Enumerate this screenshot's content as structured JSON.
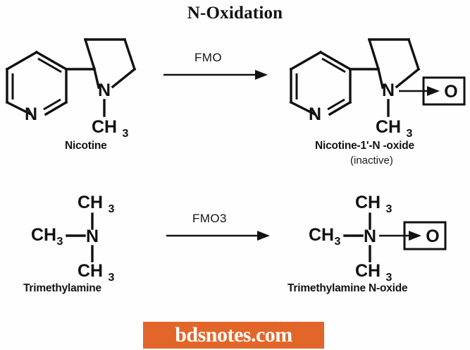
{
  "title": "N-Oxidation",
  "reactions": [
    {
      "id": "nicotine-n-oxidation",
      "reactant_label": "Nicotine",
      "enzyme_label": "FMO",
      "product_label": "Nicotine-1'-N -oxide",
      "product_note": "(inactive)",
      "reactant_atoms": {
        "ring_n": "N",
        "amine_n": "N",
        "methyl": "CH",
        "methyl_sub": "3"
      },
      "product_atoms": {
        "ring_n": "N",
        "amine_n": "N",
        "methyl": "CH",
        "methyl_sub": "3",
        "oxide": "O"
      }
    },
    {
      "id": "trimethylamine-n-oxidation",
      "reactant_label": "Trimethylamine",
      "enzyme_label": "FMO3",
      "product_label": "Trimethylamine N-oxide",
      "product_note": "",
      "reactant_atoms": {
        "amine_n": "N",
        "methyl": "CH",
        "methyl_sub": "3"
      },
      "product_atoms": {
        "amine_n": "N",
        "methyl": "CH",
        "methyl_sub": "3",
        "oxide": "O"
      }
    }
  ],
  "watermark": {
    "text": "bdsnotes.com",
    "color": "#e2662a"
  },
  "colors": {
    "ink": "#111111",
    "background": "#ffffff",
    "accent": "#e2662a"
  }
}
